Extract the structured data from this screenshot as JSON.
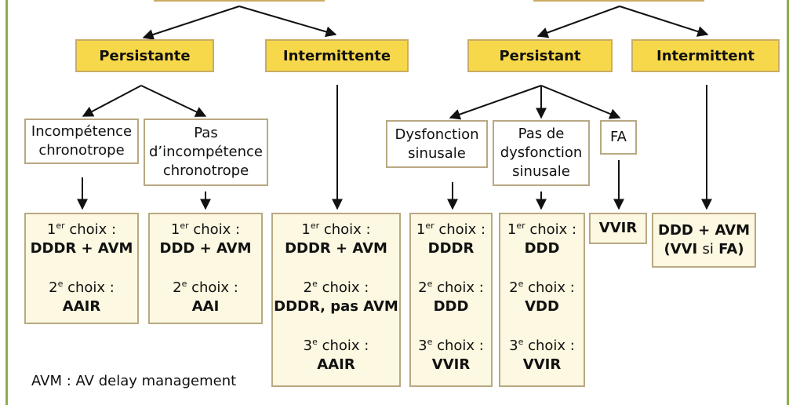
{
  "level1": {
    "persistante": "Persistante",
    "intermittente": "Intermittente",
    "persistant": "Persistant",
    "intermittent": "Intermittent"
  },
  "level2": {
    "incompetence": [
      "Incompétence",
      "chronotrope"
    ],
    "pas_incompetence": [
      "Pas",
      "d’incompétence",
      "chronotrope"
    ],
    "dysfonction": [
      "Dysfonction",
      "sinusale"
    ],
    "pas_dysfonction": [
      "Pas de",
      "dysfonction",
      "sinusale"
    ],
    "fa": "FA"
  },
  "results": {
    "b1": {
      "c1_sup": "er",
      "c1_label": " choix :",
      "c1_value": "DDDR + AVM",
      "c2_sup": "e",
      "c2_label": " choix :",
      "c2_value": "AAIR"
    },
    "b2": {
      "c1_sup": "er",
      "c1_label": " choix :",
      "c1_value": "DDD + AVM",
      "c2_sup": "e",
      "c2_label": " choix :",
      "c2_value": "AAI"
    },
    "b3": {
      "c1_sup": "er",
      "c1_label": " choix :",
      "c1_value": "DDDR + AVM",
      "c2_sup": "e",
      "c2_label": " choix :",
      "c2_value": "DDDR, pas AVM",
      "c3_sup": "e",
      "c3_label": " choix :",
      "c3_value": "AAIR"
    },
    "b4": {
      "c1_sup": "er",
      "c1_label": " choix :",
      "c1_value": "DDDR",
      "c2_sup": "e",
      "c2_label": " choix :",
      "c2_value": "DDD",
      "c3_sup": "e",
      "c3_label": " choix :",
      "c3_value": "VVIR"
    },
    "b5": {
      "c1_sup": "er",
      "c1_label": " choix :",
      "c1_value": "DDD",
      "c2_sup": "e",
      "c2_label": " choix :",
      "c2_value": "VDD",
      "c3_sup": "e",
      "c3_label": " choix :",
      "c3_value": "VVIR"
    },
    "b6": {
      "value": "VVIR"
    },
    "b7": {
      "line1": "DDD + AVM",
      "line2_open": "(VVI ",
      "line2_si": "si",
      "line2_close": " FA)"
    }
  },
  "legend": "AVM : AV delay management",
  "colors": {
    "yellow": "#f8d84b",
    "cream": "#fdf8e1",
    "border": "#b9a883",
    "frame": "#8bae4e"
  }
}
